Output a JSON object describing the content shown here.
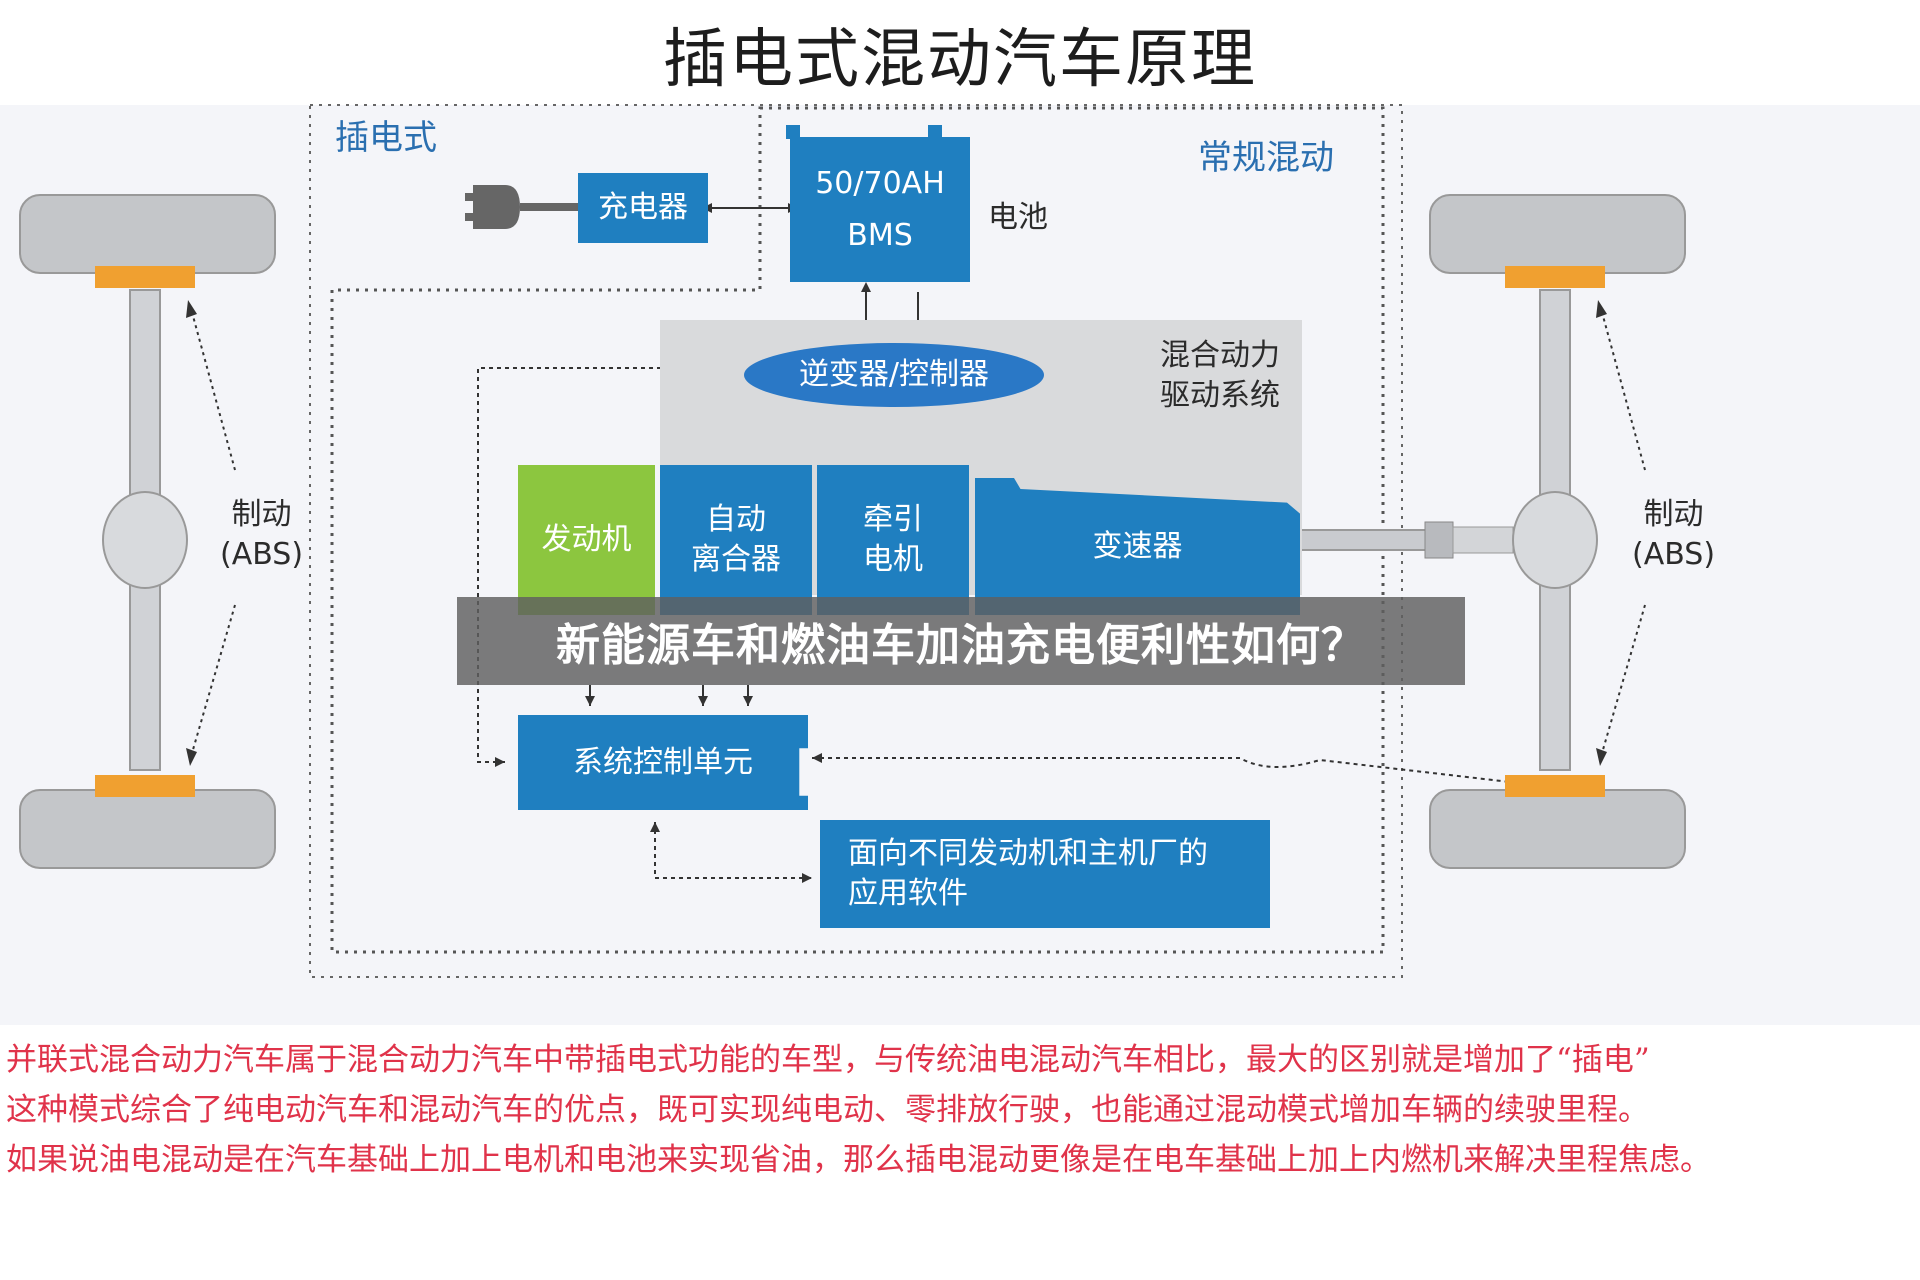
{
  "title": "插电式混动汽车原理",
  "overlay_caption": "新能源车和燃油车加油充电便利性如何？",
  "labels": {
    "plugin_area": "插电式",
    "conventional_hybrid": "常规混动",
    "battery": "电池",
    "hybrid_system": [
      "混合动力",
      "驱动系统"
    ],
    "brake_abs_left": [
      "制动",
      "(ABS)"
    ],
    "brake_abs_right": [
      "制动",
      "(ABS)"
    ]
  },
  "components": {
    "charger": "充电器",
    "battery_box": [
      "50/70AH",
      "BMS"
    ],
    "inverter": "逆变器/控制器",
    "engine": "发动机",
    "clutch": [
      "自动",
      "离合器"
    ],
    "motor": [
      "牵引",
      "电机"
    ],
    "transmission": "变速器",
    "control_unit": "系统控制单元",
    "software": [
      "面向不同发动机和主机厂的",
      "应用软件"
    ]
  },
  "bottom_text": [
    "并联式混合动力汽车属于混合动力汽车中带插电式功能的车型，与传统油电混动汽车相比，最大的区别就是增加了“插电”",
    "这种模式综合了纯电动汽车和混动汽车的优点，既可实现纯电动、零排放行驶，也能通过混动模式增加车辆的续驶里程。",
    "如果说油电混动是在汽车基础上加上电机和电池来实现省油，那么插电混动更像是在电车基础上加上内燃机来解决里程焦虑。"
  ],
  "colors": {
    "box_blue": "#1f7fc0",
    "engine_green": "#8cc63f",
    "inverter_blue": "#2a78c6",
    "text_red": "#e0334a",
    "hub_orange": "#f0a030"
  }
}
